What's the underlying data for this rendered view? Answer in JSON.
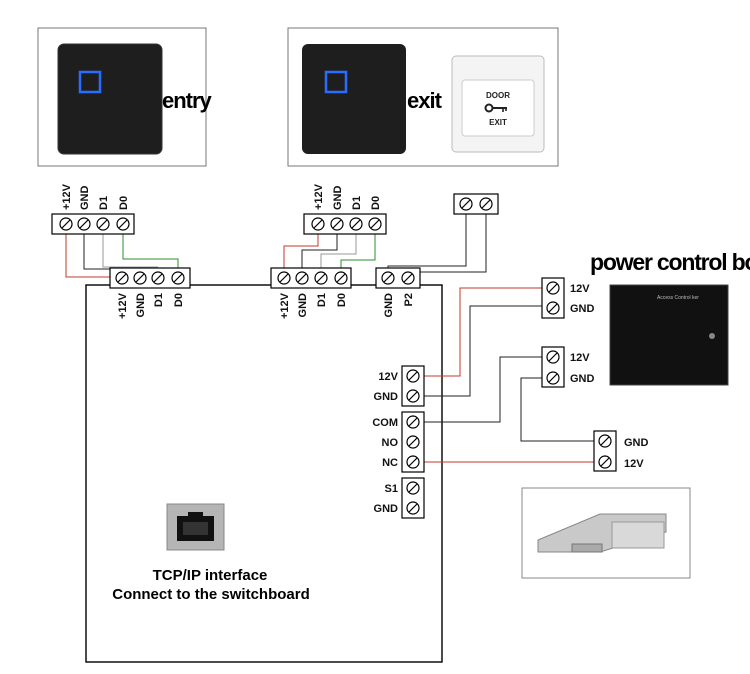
{
  "colors": {
    "red_wire": "#c0392b",
    "green_wire": "#2e8b2e",
    "gray_wire": "#999999",
    "black_wire": "#222222"
  },
  "labels": {
    "entry": "entry",
    "exit": "exit",
    "power_control_box": "power control box",
    "power_box_plate": "Access Control ker",
    "door": "DOOR",
    "exit_button": "EXIT",
    "tcp_line1": "TCP/IP interface",
    "tcp_line2": "Connect to the switchboard"
  },
  "terminals": {
    "reader_pins": [
      "+12V",
      "GND",
      "D1",
      "D0"
    ],
    "exit_button_pins": [
      "GND",
      "P2"
    ],
    "power_lock": [
      "12V",
      "GND"
    ],
    "relay": [
      "COM",
      "NO",
      "NC"
    ],
    "sensor": [
      "S1",
      "GND"
    ],
    "psu_out_1": [
      "12V",
      "GND"
    ],
    "psu_out_2": [
      "12V",
      "GND"
    ],
    "lock_pins": [
      "GND",
      "12V"
    ]
  }
}
